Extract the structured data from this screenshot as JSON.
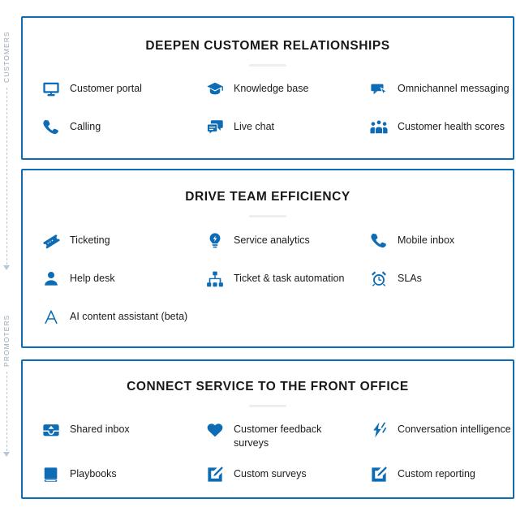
{
  "rail": {
    "top_label": "CUSTOMERS",
    "bottom_label": "PROMOTERS",
    "line_color": "#b9c6d4"
  },
  "theme": {
    "accent": "#0d6cb4",
    "border": "#0d6cb4",
    "text": "#1b1b1b",
    "rule": "#eceef0",
    "rail_text": "#9aa6b2"
  },
  "cards": [
    {
      "title": "DEEPEN CUSTOMER RELATIONSHIPS",
      "features": [
        {
          "label": "Customer portal",
          "icon": "monitor-icon"
        },
        {
          "label": "Knowledge base",
          "icon": "graduation-cap-icon"
        },
        {
          "label": "Omnichannel messaging",
          "icon": "chat-cursor-icon"
        },
        {
          "label": "Calling",
          "icon": "phone-icon"
        },
        {
          "label": "Live chat",
          "icon": "chat-bubbles-icon"
        },
        {
          "label": "Customer health scores",
          "icon": "people-group-icon"
        }
      ]
    },
    {
      "title": "DRIVE TEAM EFFICIENCY",
      "features": [
        {
          "label": "Ticketing",
          "icon": "ticket-icon"
        },
        {
          "label": "Service analytics",
          "icon": "lightbulb-bolt-icon"
        },
        {
          "label": "Mobile inbox",
          "icon": "phone-icon"
        },
        {
          "label": "Help desk",
          "icon": "person-icon"
        },
        {
          "label": "Ticket & task automation",
          "icon": "sitemap-icon"
        },
        {
          "label": "SLAs",
          "icon": "alarm-clock-icon"
        },
        {
          "label": "AI content assistant (beta)",
          "icon": "letter-a-icon"
        },
        {
          "label": "",
          "icon": "none"
        },
        {
          "label": "",
          "icon": "none"
        }
      ]
    },
    {
      "title": "CONNECT SERVICE TO THE FRONT OFFICE",
      "features": [
        {
          "label": "Shared inbox",
          "icon": "inbox-tray-icon"
        },
        {
          "label": "Customer feedback surveys",
          "icon": "heart-icon"
        },
        {
          "label": "Conversation intelligence",
          "icon": "double-bolt-icon"
        },
        {
          "label": "Playbooks",
          "icon": "book-icon"
        },
        {
          "label": "Custom surveys",
          "icon": "pencil-square-icon"
        },
        {
          "label": "Custom reporting",
          "icon": "pencil-square-icon"
        }
      ]
    }
  ]
}
